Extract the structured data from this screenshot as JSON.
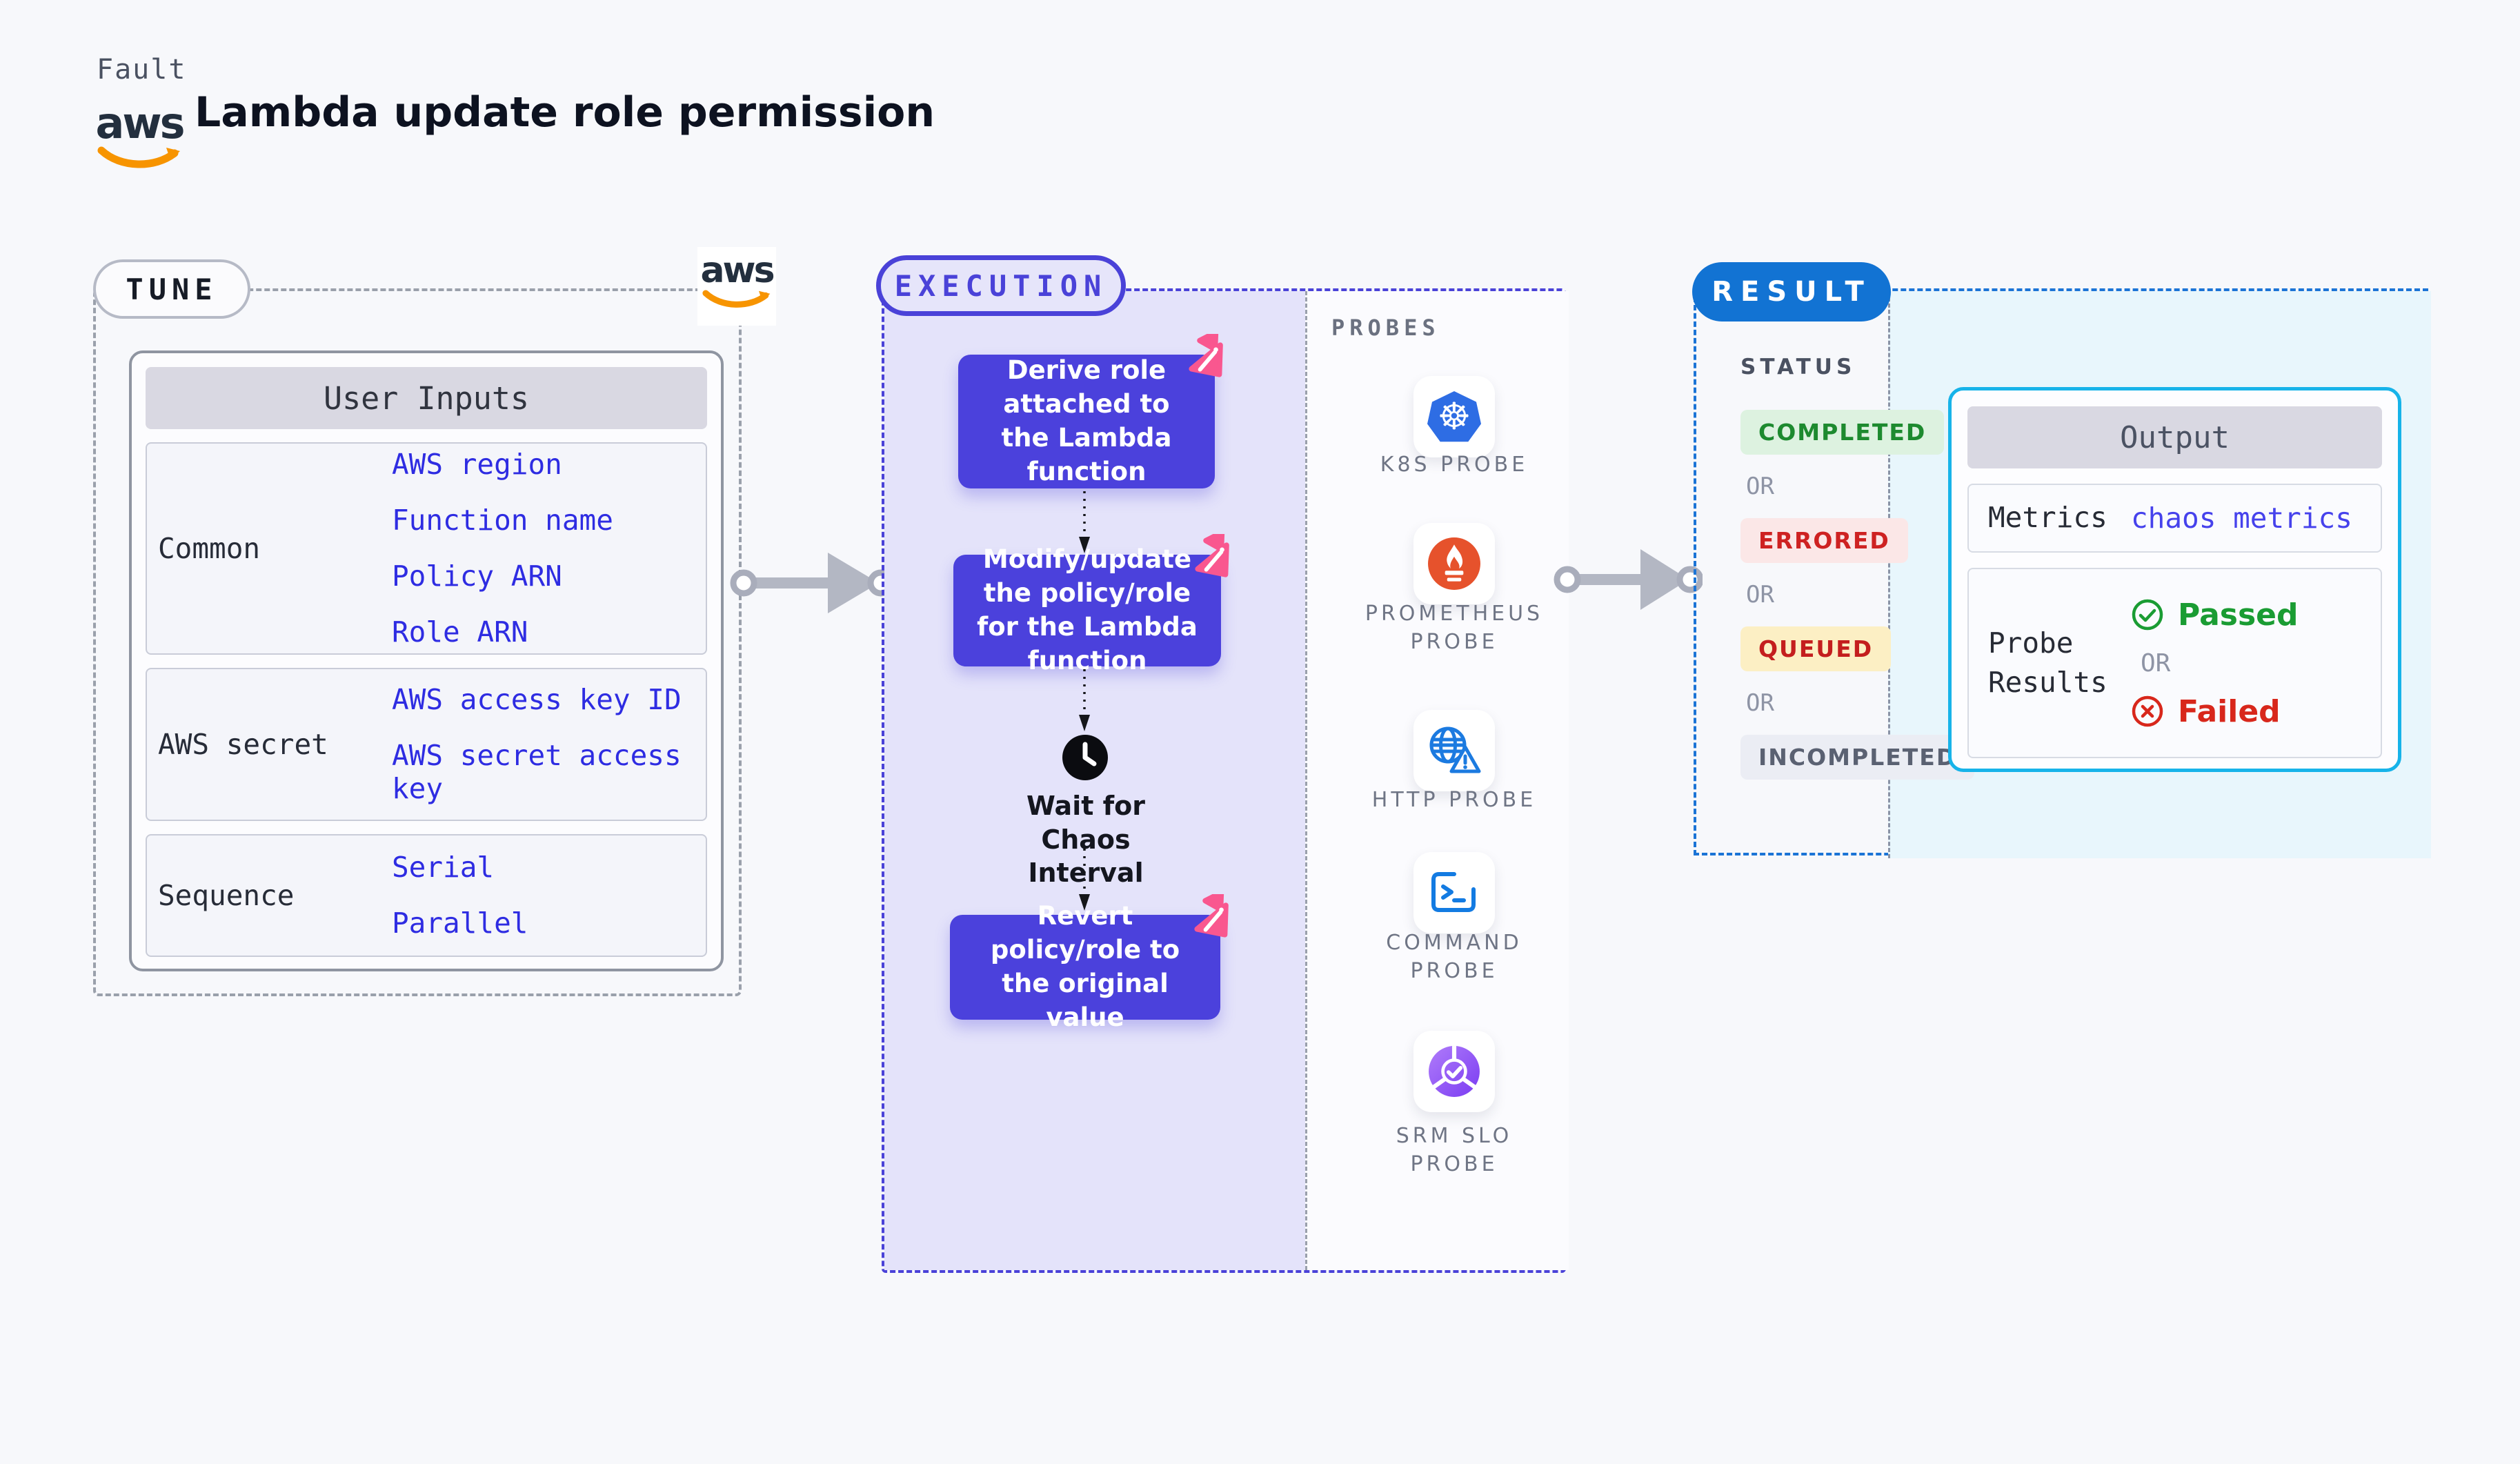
{
  "header": {
    "eyebrow": "Fault",
    "title": "Lambda update role permission",
    "aws_wordmark": "aws"
  },
  "tune": {
    "label": "TUNE",
    "aws_wordmark": "aws",
    "table": {
      "header": "User Inputs",
      "groups": [
        {
          "label": "Common",
          "values": [
            "AWS region",
            "Function name",
            "Policy ARN",
            "Role ARN"
          ]
        },
        {
          "label": "AWS secret",
          "values": [
            "AWS access key ID",
            "AWS secret access key"
          ]
        },
        {
          "label": "Sequence",
          "values": [
            "Serial",
            "Parallel"
          ]
        }
      ]
    }
  },
  "execution": {
    "label": "EXECUTION",
    "steps": {
      "derive": "Derive role attached to the Lambda function",
      "modify": "Modify/update the policy/role for the Lambda function",
      "wait": "Wait for Chaos Interval",
      "revert": "Revert policy/role to the original value"
    },
    "probes_title": "PROBES",
    "probes": [
      {
        "name": "K8S PROBE",
        "icon": "kubernetes-icon"
      },
      {
        "name": "PROMETHEUS PROBE",
        "icon": "prometheus-icon"
      },
      {
        "name": "HTTP PROBE",
        "icon": "http-globe-icon"
      },
      {
        "name": "COMMAND PROBE",
        "icon": "terminal-icon"
      },
      {
        "name": "SRM SLO PROBE",
        "icon": "slo-gauge-icon"
      }
    ]
  },
  "result": {
    "label": "RESULT",
    "status_title": "STATUS",
    "or_label": "OR",
    "statuses": [
      {
        "label": "COMPLETED",
        "text_color": "#1d8a2f",
        "bg_color": "#ddf2e0"
      },
      {
        "label": "ERRORED",
        "text_color": "#ce2222",
        "bg_color": "#fbe7e7"
      },
      {
        "label": "QUEUED",
        "text_color": "#c41e1e",
        "bg_color": "#fcefc4"
      },
      {
        "label": "INCOMPLETED",
        "text_color": "#5a6172",
        "bg_color": "#ebedf4"
      }
    ],
    "output": {
      "header": "Output",
      "metrics_label": "Metrics",
      "metrics_value": "chaos metrics",
      "probe_results_label": "Probe Results",
      "passed_label": "Passed",
      "or_label": "OR",
      "failed_label": "Failed"
    }
  },
  "colors": {
    "page_bg": "#f7f8fb",
    "indigo_accent": "#4a42d8",
    "step_box": "#4b41dc",
    "execution_bg": "#e4e3fa",
    "chaos_pink": "#f9578f",
    "result_blue": "#1273d3",
    "result_panel_bg": "#e8f6fc",
    "output_border": "#17b3e9",
    "link_blue": "#2e2ce2",
    "passed_green": "#1a9c33",
    "failed_red": "#d8271b",
    "aws_orange": "#f79400",
    "kubernetes_blue": "#2e6de4",
    "prometheus_orange": "#e6522c"
  }
}
